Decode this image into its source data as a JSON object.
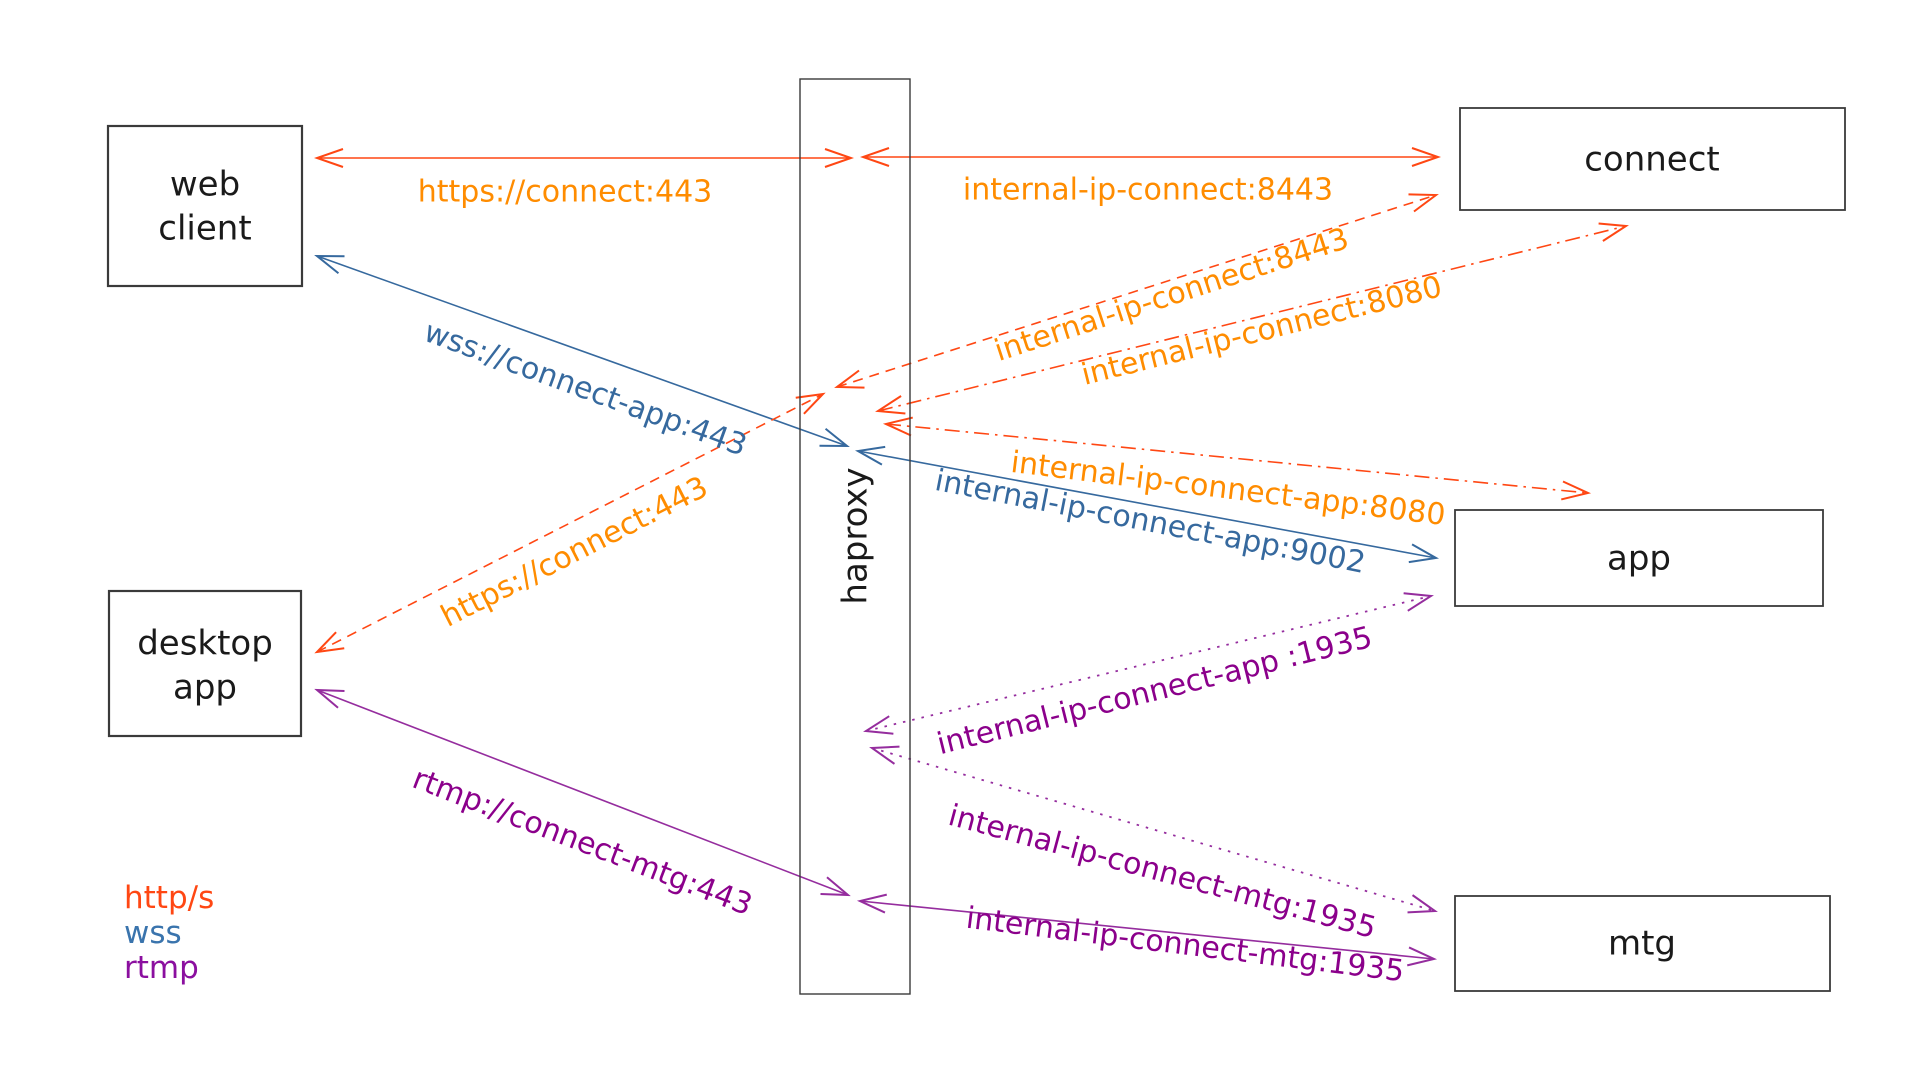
{
  "nodes": {
    "web_client": {
      "line1": "web",
      "line2": "client"
    },
    "desktop_app": {
      "line1": "desktop",
      "line2": "app"
    },
    "haproxy": {
      "label": "haproxy"
    },
    "connect": {
      "label": "connect"
    },
    "app": {
      "label": "app"
    },
    "mtg": {
      "label": "mtg"
    }
  },
  "edges": {
    "https_webclient_haproxy": {
      "label": "https://connect:443"
    },
    "https_haproxy_connect": {
      "label": "internal-ip-connect:8443"
    },
    "wss_webclient_haproxy": {
      "label": "wss://connect-app:443"
    },
    "wss_haproxy_app": {
      "label": "internal-ip-connect-app:9002"
    },
    "https_desktop_haproxy_dashed": {
      "label": "https://connect:443"
    },
    "https_haproxy_connect_dashed": {
      "label": "internal-ip-connect:8443"
    },
    "https_haproxy_connect_dashdot": {
      "label": "internal-ip-connect:8080"
    },
    "https_haproxy_app_dashdot": {
      "label": "internal-ip-connect-app:8080"
    },
    "rtmp_app_haproxy_dotted": {
      "label": "internal-ip-connect-app :1935"
    },
    "rtmp_haproxy_mtg_dotted": {
      "label": "internal-ip-connect-mtg:1935"
    },
    "rtmp_desktop_haproxy": {
      "label": "rtmp://connect-mtg:443"
    },
    "rtmp_haproxy_mtg_solid": {
      "label": "internal-ip-connect-mtg:1935"
    }
  },
  "legend": {
    "items": [
      {
        "label": "http/s",
        "color": "#ff4713"
      },
      {
        "label": "wss",
        "color": "#3a74ad"
      },
      {
        "label": "rtmp",
        "color": "#8b0f9f"
      }
    ]
  },
  "colors": {
    "http_line": "#ff4713",
    "http_label": "#ff8c00",
    "wss": "#36699e",
    "rtmp_line": "#952d9e",
    "rtmp_label": "#8b008b",
    "box_border": "#3a3a3a",
    "node_text": "#1a1a1a"
  }
}
